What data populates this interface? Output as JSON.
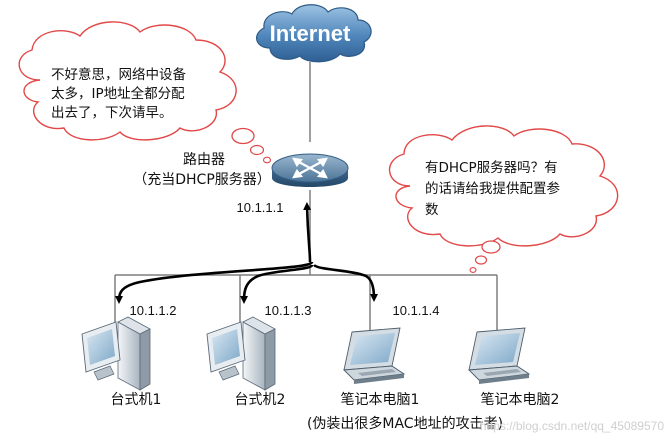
{
  "internet": {
    "label": "Internet"
  },
  "router": {
    "name": "路由器",
    "role": "（充当DHCP服务器）",
    "ip": "10.1.1.1"
  },
  "router_bubble": {
    "lines": [
      "不好意思，网络中设备",
      "太多，IP地址全都分配",
      "出去了，下次请早。"
    ]
  },
  "client_bubble": {
    "lines": [
      "有DHCP服务器吗？有",
      "的话请给我提供配置参",
      "数"
    ]
  },
  "hosts": [
    {
      "name": "台式机1",
      "ip": "10.1.1.2",
      "type": "desktop"
    },
    {
      "name": "台式机2",
      "ip": "10.1.1.3",
      "type": "desktop"
    },
    {
      "name": "笔记本电脑1",
      "ip": "10.1.1.4",
      "type": "laptop"
    },
    {
      "name": "笔记本电脑2",
      "ip": "",
      "type": "laptop"
    }
  ],
  "attacker_note": "(伪装出很多MAC地址的攻击者)",
  "watermark": "https://blog.csdn.net/qq_45089570"
}
